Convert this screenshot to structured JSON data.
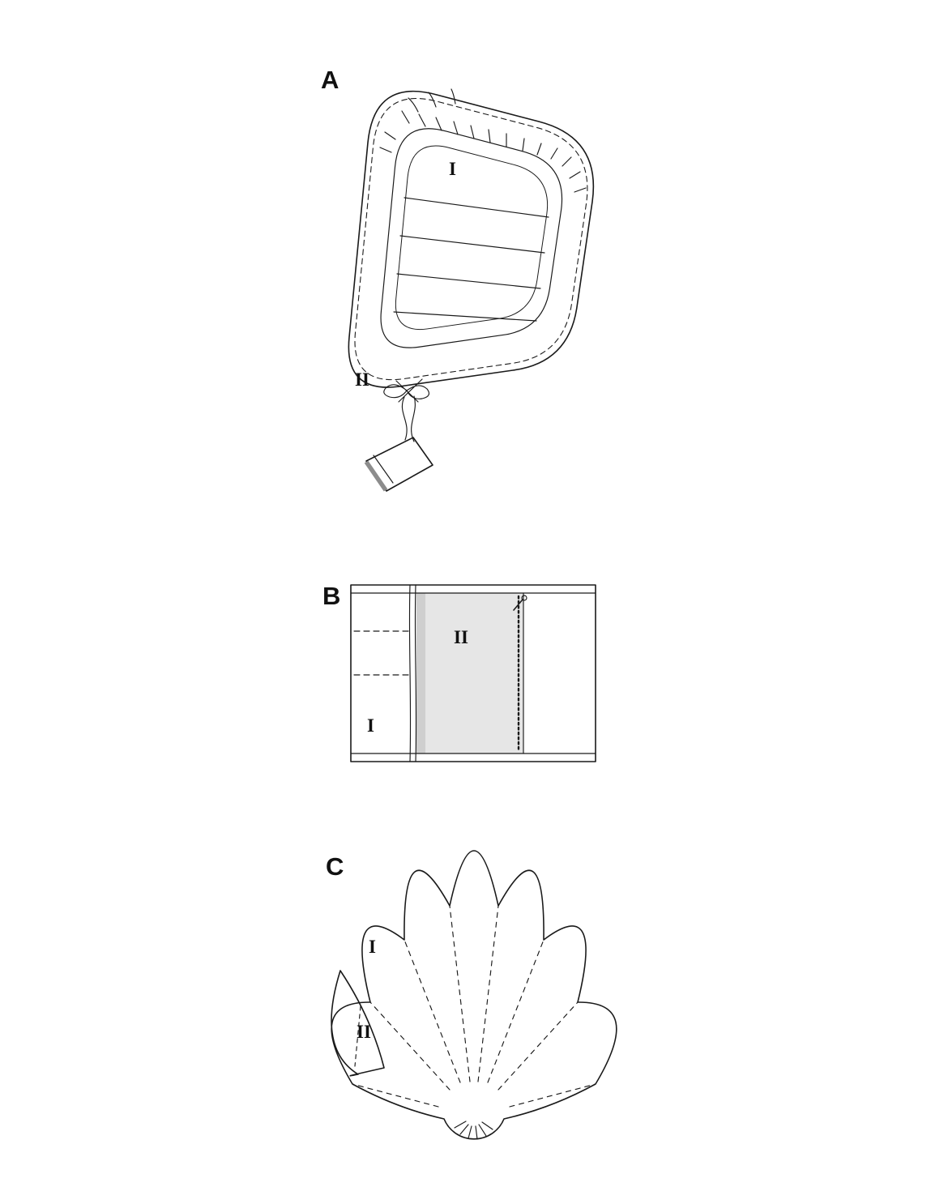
{
  "figures": {
    "a": {
      "letter": "A",
      "inner_label": "I",
      "border_label": "II"
    },
    "b": {
      "letter": "B",
      "left_label": "I",
      "panel_label": "II"
    },
    "c": {
      "letter": "C",
      "shell_label": "I",
      "flap_label": "II"
    }
  },
  "colors": {
    "ink": "#1a1a1a",
    "background": "#ffffff",
    "ring_fill": "#ececec",
    "opening_fill": "#fdfdfd",
    "mattress_fill": "#ffffff",
    "tag_fill": "#e6e6e6",
    "tag_edge": "#8c8c8c",
    "panel_fill": "#e6e6e6",
    "panel_shadow": "#cfcfcf",
    "shell_fill": "#ffffff",
    "flap_fill": "#dcdcdc"
  }
}
